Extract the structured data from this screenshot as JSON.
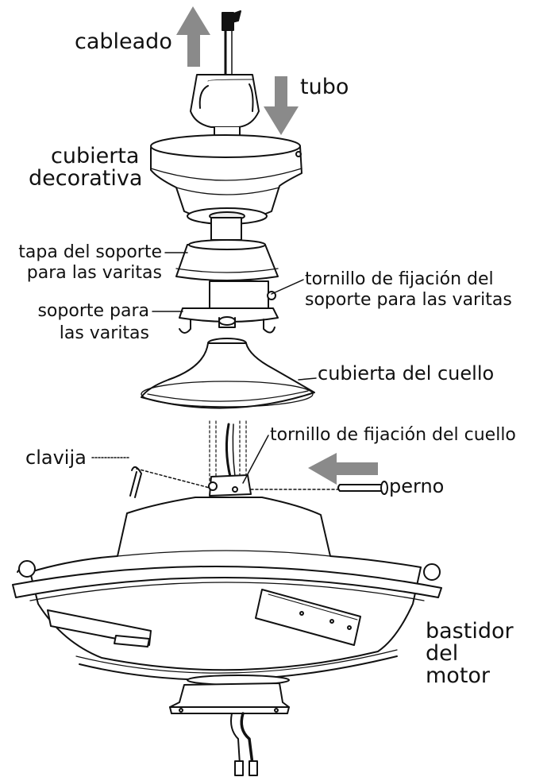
{
  "diagram": {
    "labels": {
      "wiring": "cableado",
      "downrod": "tubo",
      "canopy_cover_1": "cubierta",
      "canopy_cover_2": "decorativa",
      "blade_holder_cap_1": "tapa del soporte",
      "blade_holder_cap_2": "para las varitas",
      "blade_holder_screw_1": "tornillo de fijación del",
      "blade_holder_screw_2": "soporte para las varitas",
      "blade_holder_1": "soporte para",
      "blade_holder_2": "las varitas",
      "collar_cover": "cubierta del cuello",
      "clip": "clavija",
      "collar_screw": "tornillo de fijación del cuello",
      "pin": "perno",
      "motor_housing_1": "bastidor",
      "motor_housing_2": "del",
      "motor_housing_3": "motor"
    },
    "colors": {
      "line": "#111111",
      "arrow": "#8a8a8a",
      "fill": "#ffffff"
    }
  }
}
